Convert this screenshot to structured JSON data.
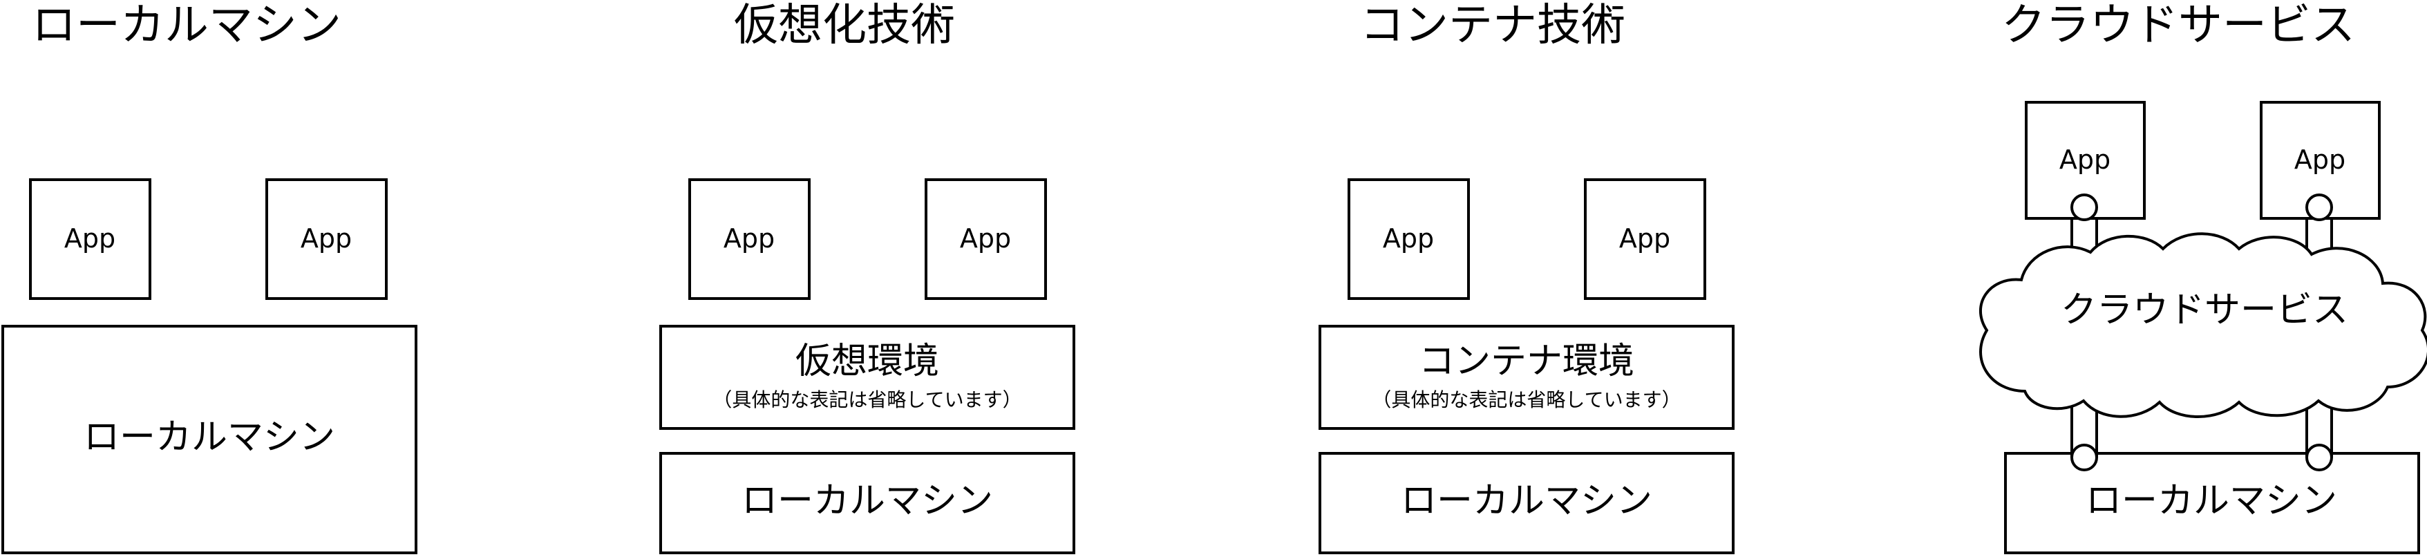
{
  "columns": [
    {
      "title": "ローカルマシン",
      "apps": [
        "App",
        "App"
      ],
      "base": "ローカルマシン"
    },
    {
      "title": "仮想化技術",
      "apps": [
        "App",
        "App"
      ],
      "middle": {
        "label": "仮想環境",
        "note": "（具体的な表記は省略しています）"
      },
      "base": "ローカルマシン"
    },
    {
      "title": "コンテナ技術",
      "apps": [
        "App",
        "App"
      ],
      "middle": {
        "label": "コンテナ環境",
        "note": "（具体的な表記は省略しています）"
      },
      "base": "ローカルマシン"
    },
    {
      "title": "クラウドサービス",
      "apps": [
        "App",
        "App"
      ],
      "cloud": "クラウドサービス",
      "base": "ローカルマシン"
    }
  ]
}
